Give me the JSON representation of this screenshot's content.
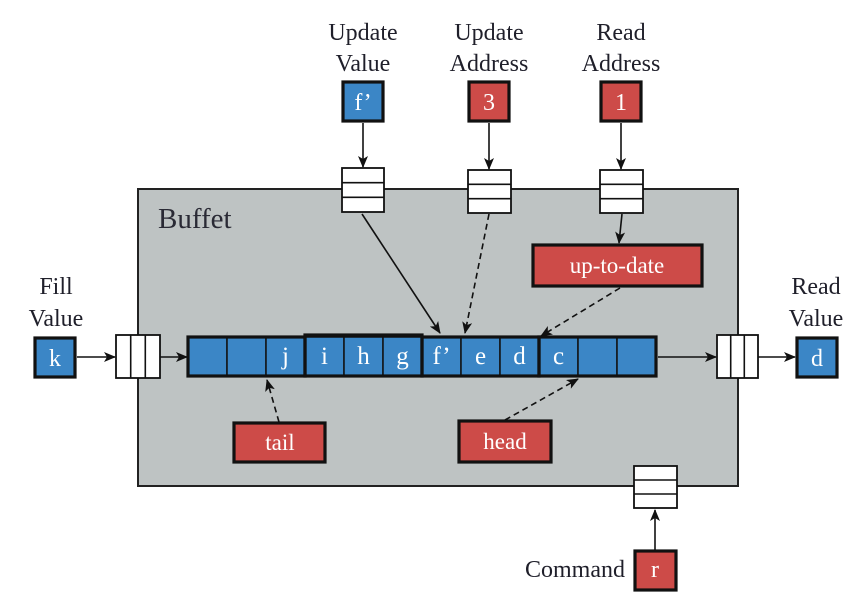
{
  "colors": {
    "blue": "#3B86C6",
    "red": "#CD4B48",
    "buffet_fill": "#BEC3C3"
  },
  "buffet": {
    "title": "Buffet"
  },
  "inputs": {
    "update_value": {
      "label_line1": "Update",
      "label_line2": "Value",
      "value": "f’"
    },
    "update_address": {
      "label_line1": "Update",
      "label_line2": "Address",
      "value": "3"
    },
    "read_address": {
      "label_line1": "Read",
      "label_line2": "Address",
      "value": "1"
    },
    "fill_value": {
      "label_line1": "Fill",
      "label_line2": "Value",
      "value": "k"
    },
    "command": {
      "label": "Command",
      "value": "r"
    }
  },
  "outputs": {
    "read_value": {
      "label_line1": "Read",
      "label_line2": "Value",
      "value": "d"
    }
  },
  "buffer": {
    "cells": [
      "",
      "",
      "j",
      "i",
      "h",
      "g",
      "f’",
      "e",
      "d",
      "c",
      "",
      ""
    ]
  },
  "pointers": {
    "up_to_date": "up-to-date",
    "tail": "tail",
    "head": "head"
  }
}
